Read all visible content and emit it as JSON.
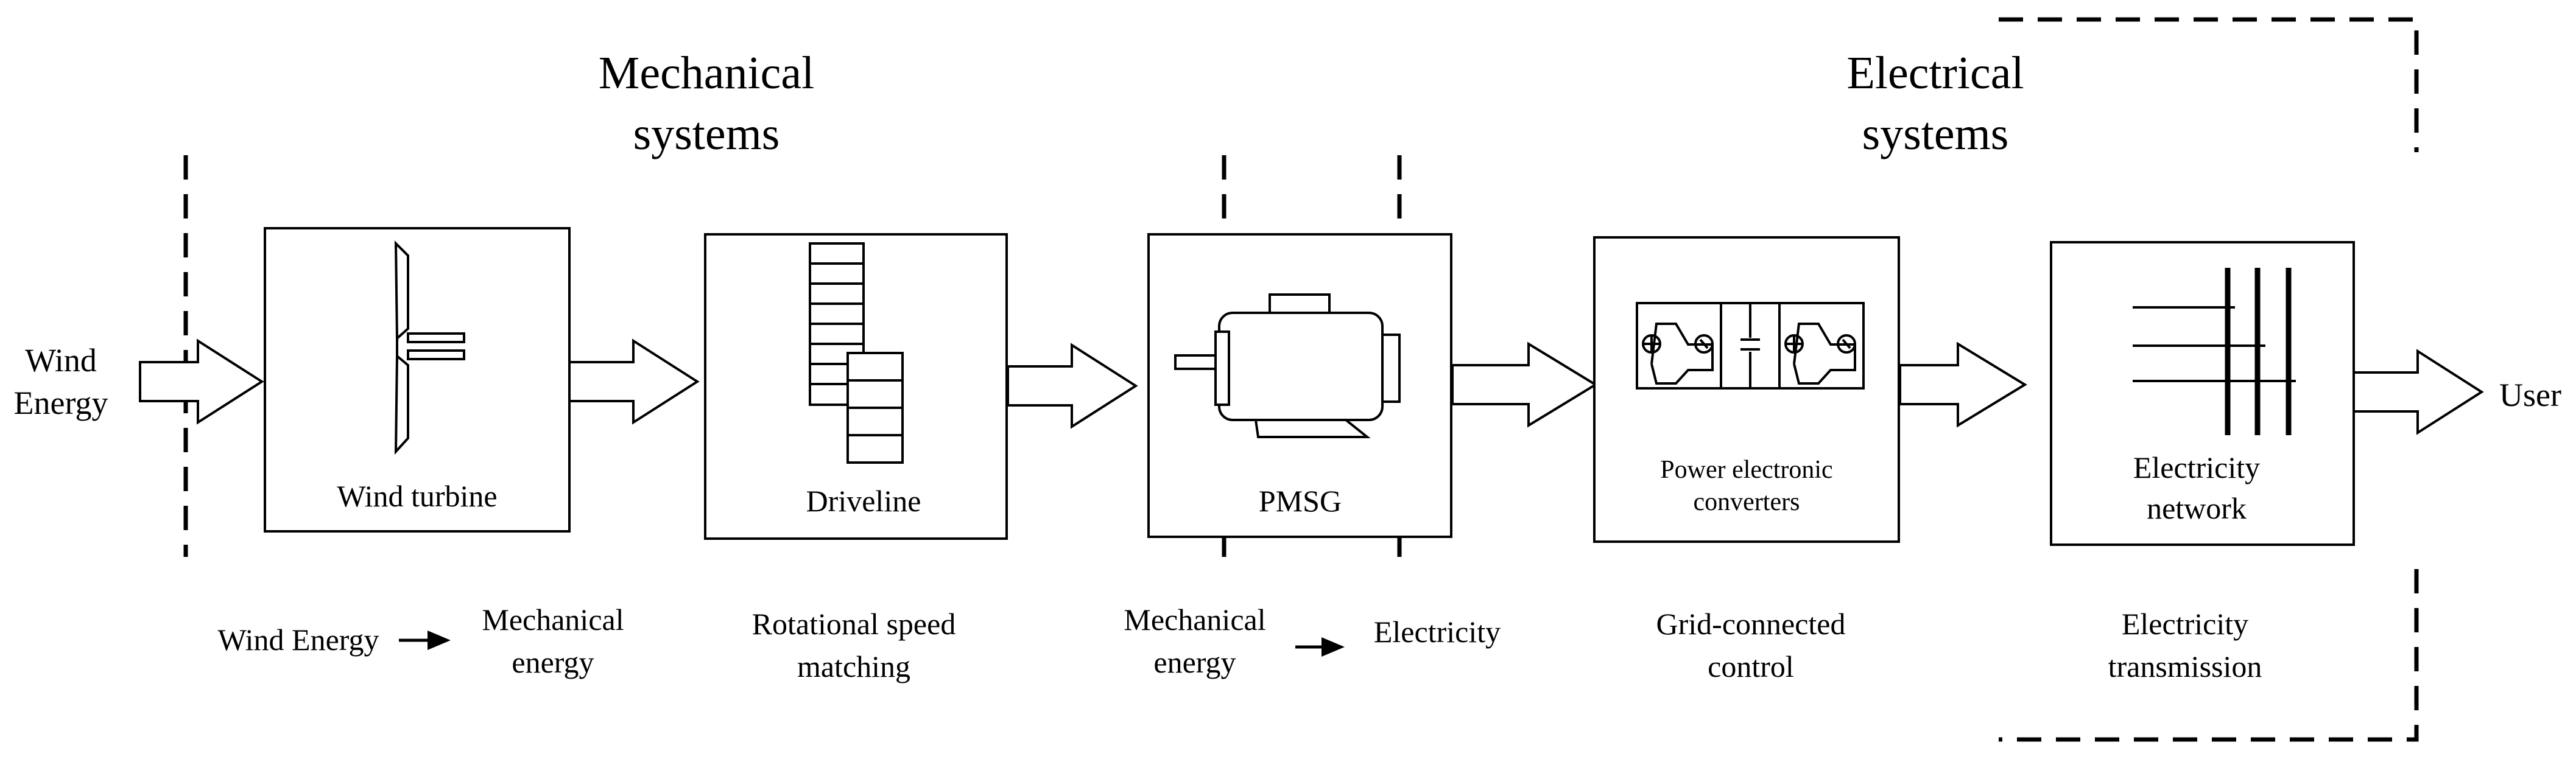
{
  "headings": {
    "mechanical": [
      "Mechanical",
      "systems"
    ],
    "electrical": [
      "Electrical",
      "systems"
    ]
  },
  "input_label": [
    "Wind",
    "Energy"
  ],
  "output_label": "User",
  "blocks": {
    "wind_turbine": "Wind turbine",
    "driveline": "Driveline",
    "pmsg": "PMSG",
    "converters": [
      "Power electronic",
      "converters"
    ],
    "network": [
      "Electricity",
      "network"
    ]
  },
  "functions": {
    "conversion1": {
      "from": "Wind Energy",
      "to": [
        "Mechanical",
        "energy"
      ]
    },
    "speed_matching": [
      "Rotational speed",
      "matching"
    ],
    "conversion2": {
      "from": [
        "Mechanical",
        "energy"
      ],
      "to": "Electricity"
    },
    "grid_control": [
      "Grid-connected",
      "control"
    ],
    "transmission": [
      "Electricity",
      "transmission"
    ]
  }
}
